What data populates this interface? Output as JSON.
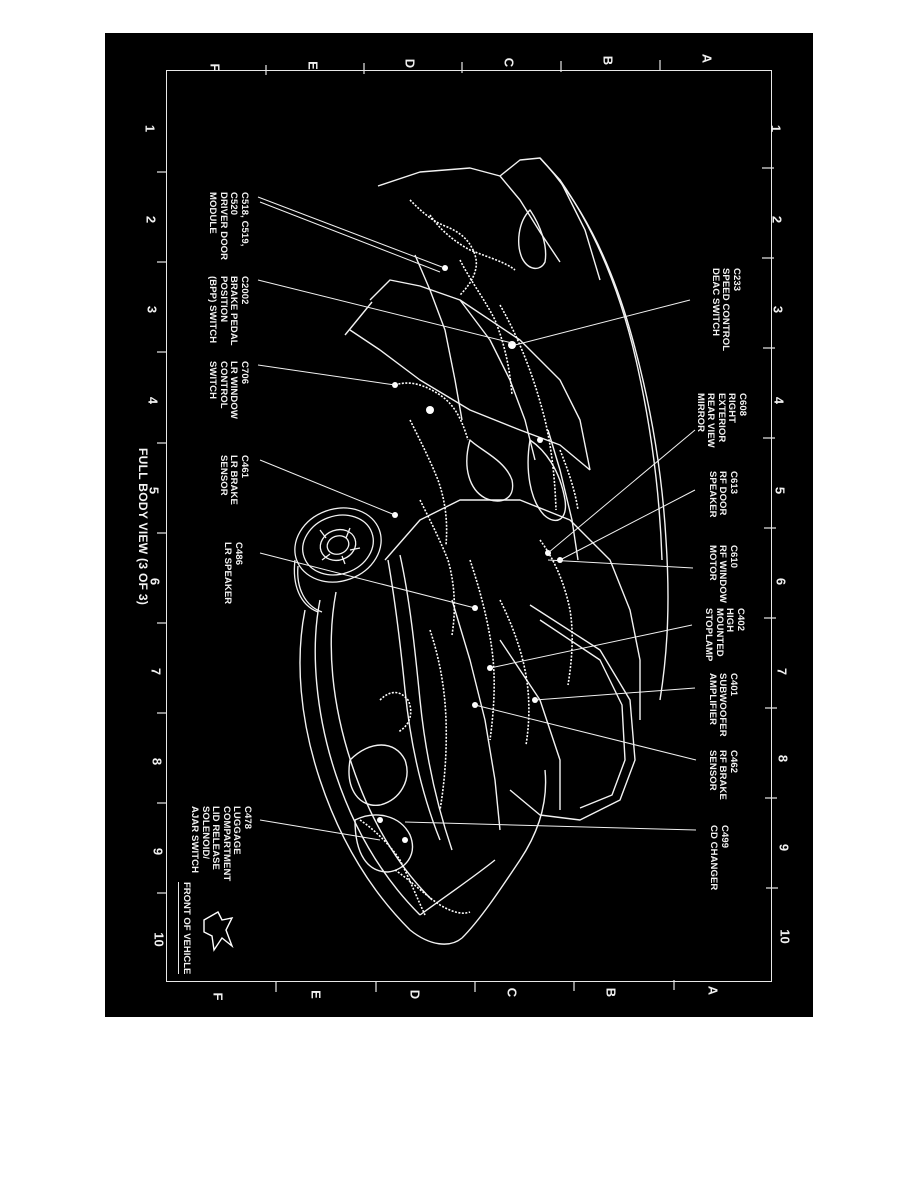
{
  "diagram": {
    "title": "FULL BODY VIEW (3 OF 3)",
    "orientation_note": "FRONT OF VEHICLE",
    "colors": {
      "page_background": "#ffffff",
      "panel_background": "#000000",
      "line_art": "#ffffff"
    },
    "grid": {
      "letters": [
        "A",
        "B",
        "C",
        "D",
        "E",
        "F"
      ],
      "numbers": [
        "1",
        "2",
        "3",
        "4",
        "5",
        "6",
        "7",
        "8",
        "9",
        "10"
      ]
    },
    "callouts_left": [
      {
        "connector": "C518, C519,",
        "lines": [
          "C520",
          "DRIVER DOOR",
          "MODULE"
        ]
      },
      {
        "connector": "C2002",
        "lines": [
          "BRAKE PEDAL",
          "POSITION",
          "(BPP) SWITCH"
        ]
      },
      {
        "connector": "C706",
        "lines": [
          "LR WINDOW",
          "CONTROL",
          "SWITCH"
        ]
      },
      {
        "connector": "C461",
        "lines": [
          "LR BRAKE",
          "SENSOR"
        ]
      },
      {
        "connector": "C486",
        "lines": [
          "LR SPEAKER"
        ]
      },
      {
        "connector": "C478",
        "lines": [
          "LUGGAGE",
          "COMPARTMENT",
          "LID RELEASE",
          "SOLENOID/",
          "AJAR SWITCH"
        ]
      }
    ],
    "callouts_right": [
      {
        "connector": "C233",
        "lines": [
          "SPEED CONTROL",
          "DEAC SWITCH"
        ]
      },
      {
        "connector": "C608",
        "lines": [
          "RIGHT",
          "EXTERIOR",
          "REAR VIEW",
          "MIRROR"
        ]
      },
      {
        "connector": "C613",
        "lines": [
          "RF DOOR",
          "SPEAKER"
        ]
      },
      {
        "connector": "C610",
        "lines": [
          "RF WINDOW",
          "MOTOR"
        ]
      },
      {
        "connector": "C402",
        "lines": [
          "HIGH",
          "MOUNTED",
          "STOPLAMP"
        ]
      },
      {
        "connector": "C401",
        "lines": [
          "SUBWOOFER",
          "AMPLIFIER"
        ]
      },
      {
        "connector": "C462",
        "lines": [
          "RF BRAKE",
          "SENSOR"
        ]
      },
      {
        "connector": "C499",
        "lines": [
          "CD CHANGER"
        ]
      }
    ]
  }
}
